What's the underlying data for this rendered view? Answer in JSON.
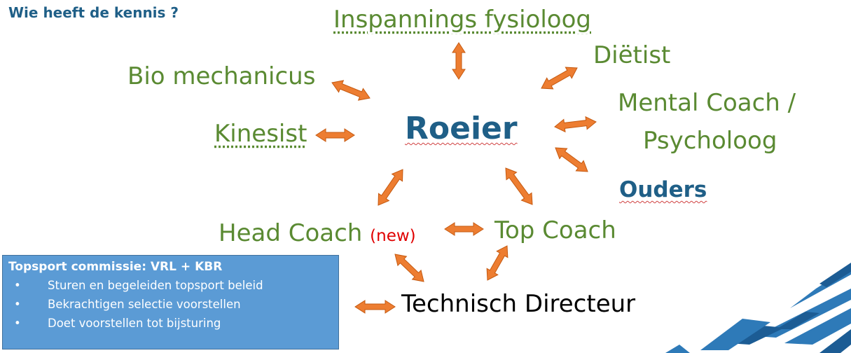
{
  "title": "Wie heeft de kennis ?",
  "center": "Roeier",
  "nodes": {
    "inspanning": "Inspannings fysioloog",
    "dietist": "Diëtist",
    "bio": "Bio mechanicus",
    "mental_line1": "Mental Coach /",
    "mental_line2": "Psycholoog",
    "kinesist": "Kinesist",
    "ouders": "Ouders",
    "head_coach": "Head Coach",
    "head_coach_tag": "(new)",
    "top_coach": "Top Coach",
    "technisch": "Technisch Directeur"
  },
  "commission": {
    "title": "Topsport commissie: VRL + KBR",
    "items": [
      "Sturen en begeleiden topsport beleid",
      "Bekrachtigen selectie voorstellen",
      "Doet voorstellen tot bijsturing"
    ]
  },
  "colors": {
    "accent_blue": "#1f5f87",
    "node_green": "#5a8a32",
    "arrow_orange": "#ed7d31",
    "box_blue": "#5b9bd5",
    "new_red": "#e00000"
  }
}
